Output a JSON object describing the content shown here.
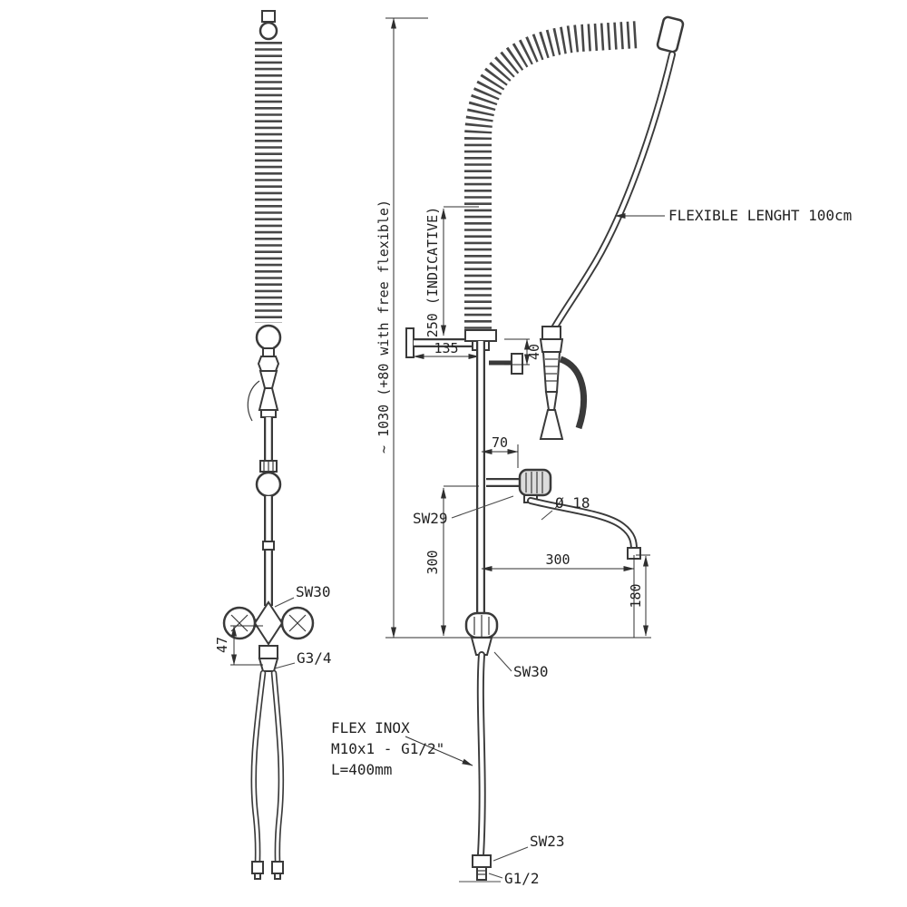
{
  "drawing": {
    "background": "#ffffff",
    "line_color": "#3a3a3a",
    "dimension_color": "#2f2f2f"
  },
  "left_view": {
    "labels": {
      "sw30": "SW30",
      "dim_47": "47",
      "g34": "G3/4"
    }
  },
  "right_view": {
    "labels": {
      "overall_height": "~ 1030 (+80 with free flexible)",
      "indicative_250": "250 (INDICATIVE)",
      "flexible_length": "FLEXIBLE LENGHT 100cm",
      "dim_135": "135",
      "dim_40": "40",
      "dim_70": "70",
      "diameter": "Ø 18",
      "dim_300_vertical": "300",
      "dim_300_horizontal": "300",
      "dim_180": "180",
      "sw29": "SW29",
      "sw30": "SW30",
      "sw23": "SW23",
      "g12": "G1/2",
      "flex_inox_line1": "FLEX INOX",
      "flex_inox_line2": "M10x1 - G1/2\"",
      "flex_inox_line3": "L=400mm"
    }
  }
}
